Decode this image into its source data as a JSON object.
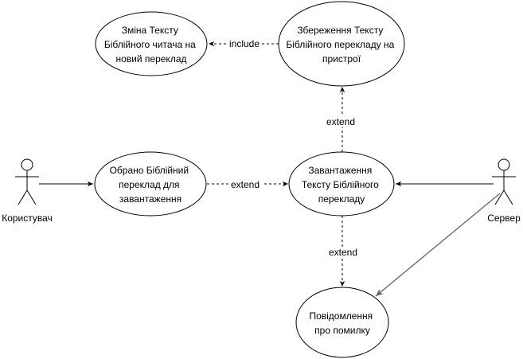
{
  "actors": {
    "user": {
      "label": "Користувач"
    },
    "server": {
      "label": "Сервер"
    }
  },
  "use_cases": {
    "change_text": {
      "lines": [
        "Зміна Тексту",
        "Біблійного читача на",
        "новий переклад"
      ]
    },
    "save_text": {
      "lines": [
        "Збереження Тексту",
        "Біблійного перекладу на",
        "пристрої"
      ]
    },
    "selected_translation": {
      "lines": [
        "Обрано Біблійний",
        "переклад для",
        "завантаження"
      ]
    },
    "download_text": {
      "lines": [
        "Завантаження",
        "Тексту Біблійного",
        "перекладу"
      ]
    },
    "error_message": {
      "lines": [
        "Повідомлення",
        "про помилку"
      ]
    }
  },
  "relations": {
    "include": "include",
    "extend_save": "extend",
    "extend_download": "extend",
    "extend_error": "extend"
  },
  "colors": {
    "stroke": "#000000",
    "association_gray": "#666666",
    "background": "#ffffff"
  }
}
